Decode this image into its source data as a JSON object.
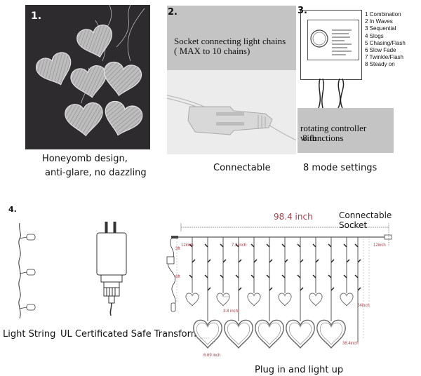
{
  "panels": [
    {
      "number": "1.",
      "caption_line1": "Honeyomb design,",
      "caption_line2": "anti-glare, no dazzling"
    },
    {
      "number": "2.",
      "overlay_line1": "Socket connecting light chains",
      "overlay_line2": "( MAX to 10 chains)",
      "caption": "Connectable"
    },
    {
      "number": "3.",
      "overlay_line1": "rotating controller with",
      "overlay_line2": " 8 functions",
      "caption": "8 mode settings",
      "modes": [
        "1 Combination",
        "2 In Waves",
        "3 Sequential",
        "4 Slogs",
        "5 Chasing/Flash",
        "6 Slow Fade",
        "7 Twinkle/Flash",
        "8 Steady on"
      ]
    }
  ],
  "diagram": {
    "number": "4.",
    "light_string_label": "Light String",
    "transformer_label": "UL Certificated Safe Transform",
    "total_width": "98.4 inch",
    "connectable_socket": "Connectable Socket",
    "lead_left": "12inch",
    "lead_right": "12inch",
    "spacing": "7.2 inch",
    "upper_cord": "3ft",
    "lower_cord": "6ft",
    "small_heart_width": "3.8 inch",
    "big_heart_width": "6.69 inch",
    "short_drop": "24inch",
    "long_drop": "38.4inch",
    "caption": "Plug in and light up"
  },
  "colors": {
    "dimension_red": "#a3414a",
    "panel_grey": "#c4c4c4",
    "photo_dark": "#2e2b2e"
  }
}
